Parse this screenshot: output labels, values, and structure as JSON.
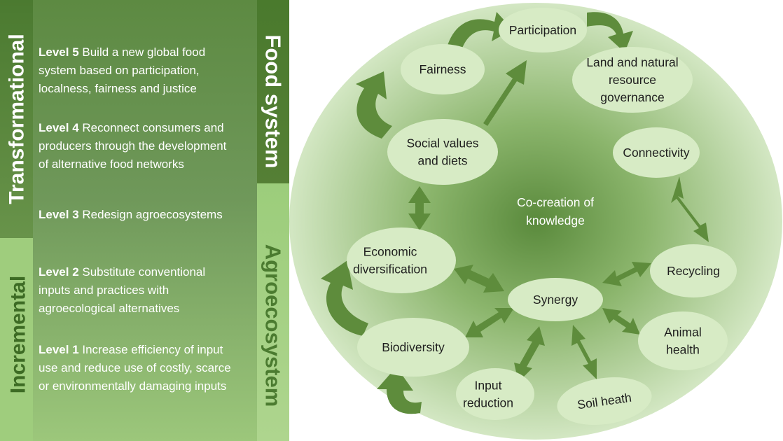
{
  "left_panel": {
    "transformational": "Transformational",
    "incremental": "Incremental",
    "food_system": "Food system",
    "agroecosystem": "Agroecosystem",
    "levels": [
      {
        "label": "Level 5",
        "lines": [
          " Build a new global food",
          "system based on participation,",
          "localness, fairness and justice"
        ]
      },
      {
        "label": "Level 4",
        "lines": [
          " Reconnect consumers and",
          "producers through the development",
          "of alternative food networks"
        ]
      },
      {
        "label": "Level 3",
        "lines": [
          " Redesign agroecosystems"
        ]
      },
      {
        "label": "Level 2",
        "lines": [
          " Substitute conventional",
          "inputs and practices with",
          "agroecological alternatives"
        ]
      },
      {
        "label": "Level 1",
        "lines": [
          " Increase efficiency of input",
          "use and reduce use of costly, scarce",
          "or environmentally damaging inputs"
        ]
      }
    ]
  },
  "circle": {
    "center_text": [
      "Co-creation of",
      "knowledge"
    ],
    "nodes": {
      "participation": [
        "Participation"
      ],
      "fairness": [
        "Fairness"
      ],
      "land": [
        "Land and natural",
        "resource",
        "governance"
      ],
      "social": [
        "Social values",
        "and diets"
      ],
      "connectivity": [
        "Connectivity"
      ],
      "economic": [
        "Economic",
        "diversification"
      ],
      "recycling": [
        "Recycling"
      ],
      "synergy": [
        "Synergy"
      ],
      "animal": [
        "Animal",
        "health"
      ],
      "biodiversity": [
        "Biodiversity"
      ],
      "input": [
        "Input",
        "reduction"
      ],
      "soil": [
        "Soil heath"
      ]
    }
  },
  "colors": {
    "dark_green": "#4f7a34",
    "mid_green": "#6f984f",
    "light_green": "#a9d08b",
    "arrow_green": "#5e8c3c",
    "node_fill": "#d7ebc5"
  }
}
